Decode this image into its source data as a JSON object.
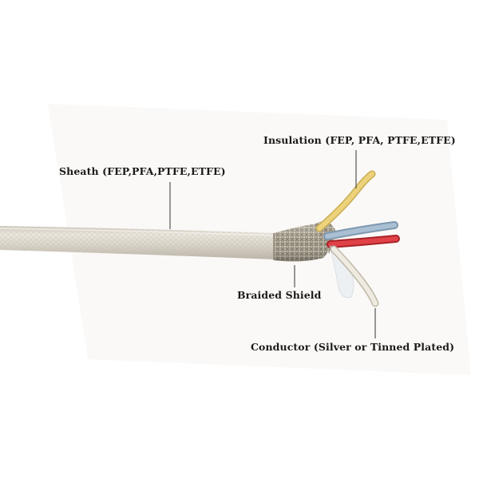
{
  "labels": {
    "insulation": "Insulation (FEP, PFA, PTFE,ETFE)",
    "sheath": "Sheath (FEP,PFA,PTFE,ETFE)",
    "braided_shield": "Braided Shield",
    "conductor": "Conductor (Silver or Tinned Plated)"
  },
  "colors": {
    "sheath": "#dcd6cc",
    "braid": "#b0a998",
    "wire_yellow": "#ecd27a",
    "wire_blue": "#9fb6cc",
    "wire_red": "#d63a3f",
    "conductor": "#e9e4d8",
    "leader": "#555555"
  }
}
